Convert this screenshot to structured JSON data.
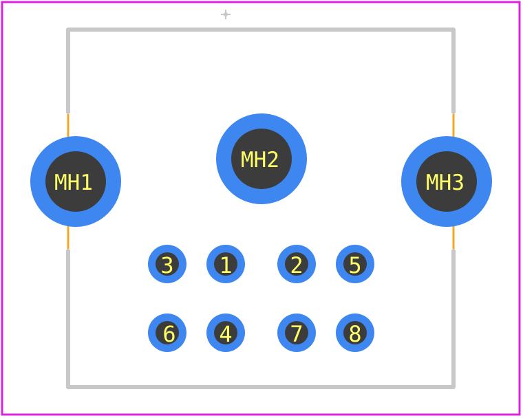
{
  "colors": {
    "background": "#ffffff",
    "board_outline": "#e020e0",
    "silkscreen": "#c8c8c8",
    "courtyard": "#f5a623",
    "pad_ring": "#3f87f0",
    "pad_hole": "#3c3c3c",
    "label": "#ffff66"
  },
  "origin_marker": {
    "icon": "crosshair-icon"
  },
  "mounting_holes": [
    {
      "id": "mh1",
      "label": "MH1"
    },
    {
      "id": "mh2",
      "label": "MH2"
    },
    {
      "id": "mh3",
      "label": "MH3"
    }
  ],
  "pads": [
    {
      "id": "pad3",
      "label": "3"
    },
    {
      "id": "pad1",
      "label": "1"
    },
    {
      "id": "pad2",
      "label": "2"
    },
    {
      "id": "pad5",
      "label": "5"
    },
    {
      "id": "pad6",
      "label": "6"
    },
    {
      "id": "pad4",
      "label": "4"
    },
    {
      "id": "pad7",
      "label": "7"
    },
    {
      "id": "pad8",
      "label": "8"
    }
  ]
}
